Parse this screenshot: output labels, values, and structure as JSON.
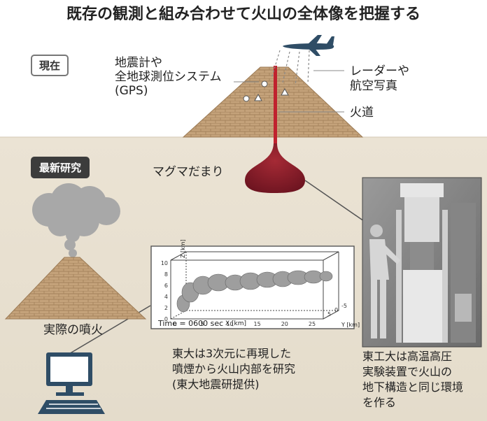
{
  "title": "既存の観測と組み合わせて火山の全体像を把握する",
  "badges": {
    "current": "現在",
    "latest": "最新研究"
  },
  "labels": {
    "seismometer_line1": "地震計や",
    "seismometer_line2": "全地球測位システム",
    "seismometer_line3": "(GPS)",
    "radar_line1": "レーダーや",
    "radar_line2": "航空写真",
    "conduit": "火道",
    "magma": "マグマだまり",
    "eruption": "実際の噴火"
  },
  "simulation": {
    "time_label": "Time = 0600 sec",
    "z_label": "Z [km]",
    "x_label": "X [km]",
    "y_label": "Y [km]",
    "z_ticks": [
      "0",
      "2",
      "4",
      "6",
      "8",
      "10"
    ],
    "x_ticks": [
      "0",
      "5",
      "10",
      "15",
      "20",
      "25"
    ],
    "y_ticks": [
      "5",
      "0",
      "-5"
    ]
  },
  "captions": {
    "todai_line1": "東大は3次元に再現した",
    "todai_line2": "噴煙から火山内部を研究",
    "todai_line3": "(東大地震研提供)",
    "titech_line1": "東工大は高温高圧",
    "titech_line2": "実験装置で火山の",
    "titech_line3": "地下構造と同じ環境",
    "titech_line4": "を作る"
  },
  "colors": {
    "ground": "#e7dfcf",
    "magma": "#8f1e2a",
    "conduit": "#c0222e",
    "volcano": "#b8946a"
  }
}
